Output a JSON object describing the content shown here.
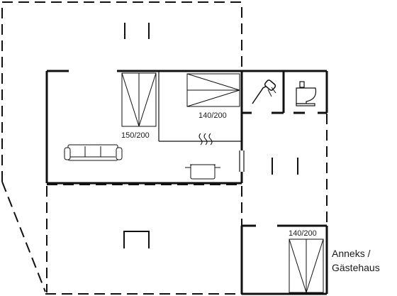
{
  "labels": {
    "bed_living_room": "150/200",
    "bed_bedroom": "140/200",
    "bed_annex": "140/200",
    "annex_line1": "Anneks /",
    "annex_line2": "Gästehaus"
  },
  "colors": {
    "walls": "#111111",
    "background": "#ffffff"
  },
  "icons": [
    "sofa-icon",
    "stove-pot-icon",
    "shower-icon",
    "toilet-icon",
    "bed-icon"
  ]
}
